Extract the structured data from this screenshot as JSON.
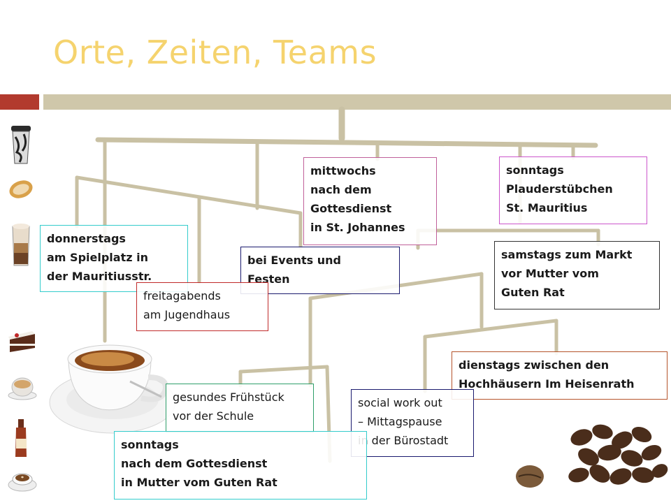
{
  "title": "Orte, Zeiten, Teams",
  "colors": {
    "title": "#f5d36e",
    "accent_red": "#b23a2e",
    "bar_tan": "#cfc7aa",
    "branch": "#c9c1a4"
  },
  "icons": [
    "coffee-cup-to-go-icon",
    "cookie-icon",
    "latte-glass-icon",
    "cake-slice-icon",
    "cappuccino-icon",
    "syrup-bottle-icon",
    "coffee-cup-saucer-icon"
  ],
  "boxes": {
    "mittwochs": [
      "mittwochs",
      "nach dem",
      "Gottesdienst",
      "in St. Johannes"
    ],
    "sonntags_plauder": [
      "sonntags",
      "Plauderstübchen",
      "St. Mauritius"
    ],
    "donnerstags": [
      "donnerstags",
      "am Spielplatz in",
      "der Mauritiusstr."
    ],
    "events": [
      "bei Events und",
      "Festen"
    ],
    "samstags": [
      "samstags zum Markt",
      "vor  Mutter vom",
      "Guten Rat"
    ],
    "freitag": [
      "freitagabends",
      "am Jugendhaus"
    ],
    "dienstags": [
      "dienstags zwischen den",
      "Hochhäusern Im Heisenrath"
    ],
    "fruehstueck": [
      "gesundes Frühstück",
      "vor der Schule"
    ],
    "socialwork": [
      "social work out",
      "– Mittagspause",
      "in der Bürostadt"
    ],
    "sonntags_mutter": [
      "sonntags",
      "nach dem Gottesdienst",
      "in Mutter vom Guten Rat"
    ]
  }
}
